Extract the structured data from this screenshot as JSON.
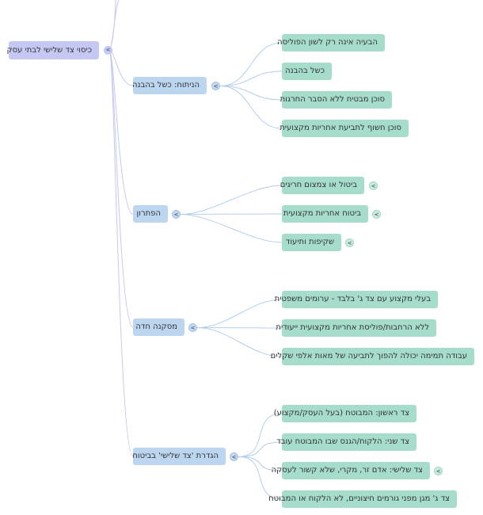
{
  "root": {
    "label": "כיסוי צד שלישי לבתי עסק"
  },
  "branches": [
    {
      "label": "הניתוח: כשל בהבנה",
      "children": [
        {
          "label": "הבעיה אינה רק לשון הפוליסה"
        },
        {
          "label": "כשל בהבנה"
        },
        {
          "label": "סוכן מבטיח ללא הסבר החרגות"
        },
        {
          "label": "סוכן חשוף לתביעת אחריות מקצועית"
        }
      ]
    },
    {
      "label": "הפתרון",
      "children": [
        {
          "label": "ביטול או צמצום חריגים",
          "collapsed": true
        },
        {
          "label": "ביטוח אחריות מקצועית",
          "collapsed": true
        },
        {
          "label": "שקיפות ותיעוד",
          "collapsed": true
        }
      ]
    },
    {
      "label": "מסקנה חדה",
      "children": [
        {
          "label": "בעלי מקצוע עם צד ג' בלבד - ערומים משפטית"
        },
        {
          "label": "ללא הרחבות/פוליסת אחריות מקצועית ייעודית"
        },
        {
          "label": "עבודה תמימה יכולה להפוך לתביעה של מאות אלפי שקלים"
        }
      ]
    },
    {
      "label": "הגדרת 'צד שלישי' בביטוח",
      "children": [
        {
          "label": "צד ראשון: המבוטח (בעל העסק/מקצוע)"
        },
        {
          "label": "צד שני: הלקוח/הגנס שבו המבוטח עובד"
        },
        {
          "label": "צד שלישי: אדם זר, מקרי, שלא קשור לעסקה",
          "collapsed": true
        },
        {
          "label": "צד ג' מגן מפני גורמים חיצוניים, לא הלקוח או המבוטח"
        }
      ]
    }
  ],
  "toggle_glyph": "<",
  "colors": {
    "root": "#c5c8f2",
    "branch": "#bcd6f0",
    "leaf": "#a6dccb",
    "root_link": "#c5c8f0",
    "branch_link": "#b4cfec"
  }
}
